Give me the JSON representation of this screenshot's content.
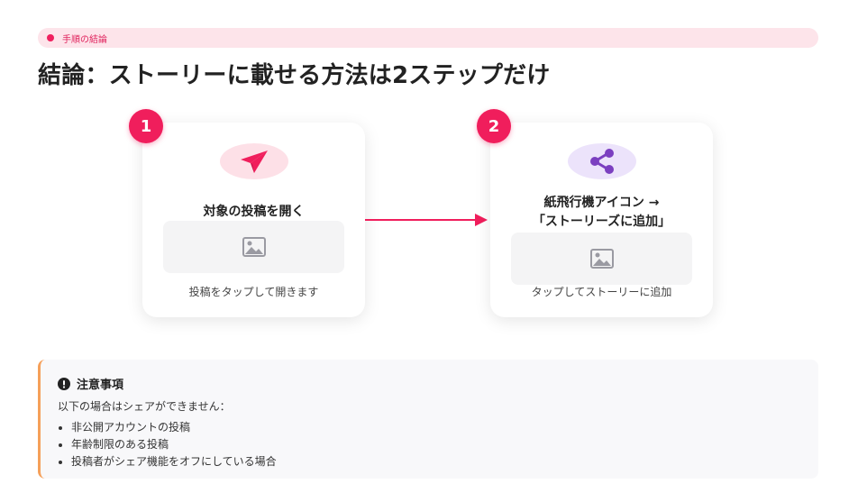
{
  "header": {
    "tag": "手順の結論",
    "title": "結論：ストーリーに載せる方法は2ステップだけ"
  },
  "steps": [
    {
      "number": "1",
      "icon": "paper-plane-icon",
      "title_lines": [
        "対象の投稿を開く"
      ],
      "caption": "投稿をタップして開きます"
    },
    {
      "number": "2",
      "icon": "share-icon",
      "title_lines": [
        "紙飛行機アイコン →",
        "「ストーリーズに追加」"
      ],
      "caption": "タップしてストーリーに追加"
    }
  ],
  "note": {
    "heading": "注意事項",
    "lead": "以下の場合はシェアができません：",
    "items": [
      "非公開アカウントの投稿",
      "年齢制限のある投稿",
      "投稿者がシェア機能をオフにしている場合"
    ]
  },
  "colors": {
    "accent": "#f01e5c",
    "accent_soft": "#fde0e7",
    "purple": "#7b3fc0",
    "purple_soft": "#ece3fb",
    "note_border": "#f5a05a",
    "placeholder_bg": "#f4f4f5"
  }
}
